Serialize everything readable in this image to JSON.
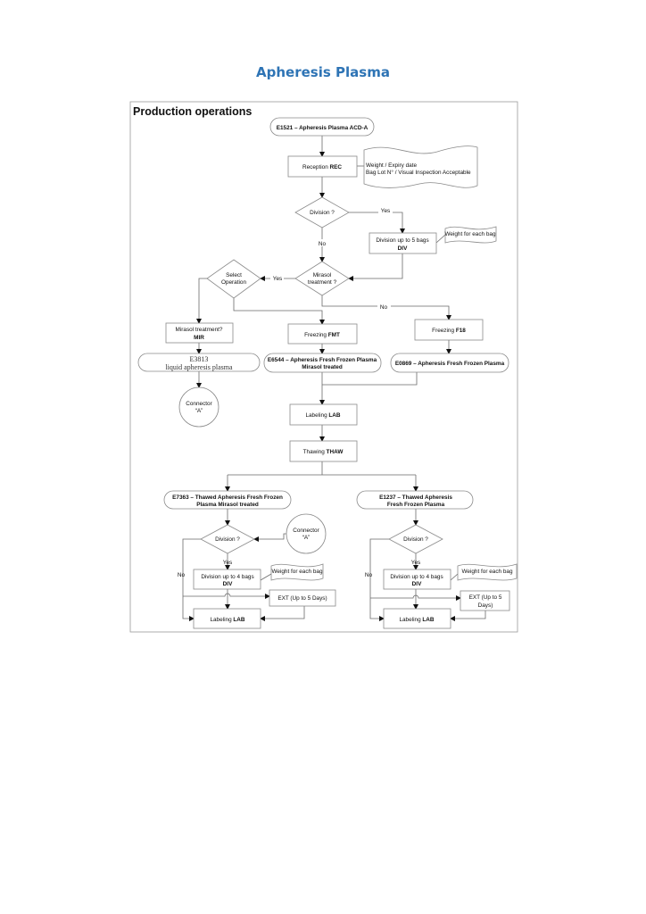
{
  "title": "Apheresis Plasma",
  "section_title": "Production operations",
  "nodes": {
    "start": "E1521 – Apheresis Plasma ACD-A",
    "reception": {
      "label": "Reception ",
      "code": "REC"
    },
    "reception_note": [
      "Weight / Expiry date",
      "Bag Lot N° / Visual Inspection Acceptable"
    ],
    "division_q1": "Division ?",
    "division1": {
      "label": "Division up to 5 bags",
      "code": "DIV"
    },
    "weight_note": "Weight for each bag",
    "mirasol_q": [
      "Mirasol",
      "treatment ?"
    ],
    "select_op": [
      "Select",
      "Operation"
    ],
    "mir": {
      "label": "Mirasol treatment?",
      "code": "MIR"
    },
    "fmt": {
      "label": "Freezing ",
      "code": "FMT"
    },
    "f18": {
      "label": "Freezing ",
      "code": "F18"
    },
    "e3813": [
      "E3813",
      "liquid apheresis plasma"
    ],
    "e6544": [
      "E6544 – Apheresis Fresh Frozen Plasma",
      "Mirasol treated"
    ],
    "e0869": "E0869 – Apheresis Fresh Frozen Plasma",
    "connector": [
      "Connector",
      "“A”"
    ],
    "labeling": {
      "label": "Labeling ",
      "code": "LAB"
    },
    "thawing": {
      "label": "Thawing ",
      "code": "THAW"
    },
    "e7363": [
      "E7363 – Thawed Apheresis Fresh Frozen",
      "Plasma Mirasol treated"
    ],
    "e1237": [
      "E1237 – Thawed Apheresis",
      "Fresh Frozen Plasma"
    ],
    "division_q2": "Division ?",
    "division2": {
      "label": "Division up to 4 bags",
      "code": "DIV"
    },
    "ext_left": "EXT (Up to 5 Days)",
    "ext_right": [
      "EXT (Up to 5",
      "Days)"
    ]
  },
  "edge_labels": {
    "yes": "Yes",
    "no": "No"
  }
}
